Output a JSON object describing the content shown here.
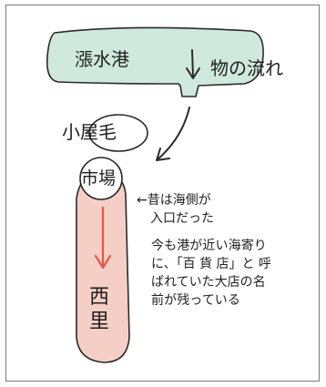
{
  "labels": {
    "harbor": "漲水港",
    "flow": "物の流れ",
    "koyage": "小屋毛",
    "ichiba": "市場",
    "nishi": "西",
    "zato": "里"
  },
  "notes": {
    "former_coast": [
      "←昔は海側が",
      "入口だった"
    ],
    "department_store": [
      "今も港が近い海寄り",
      "に、「百 貨 店」と 呼",
      "ばれていた大店の名",
      "前が残っている"
    ]
  },
  "colors": {
    "harbor_fill": "#cfe9dd",
    "street_fill": "#f5cfc5",
    "street_arrow": "#e0584a",
    "ink": "#2a2a2a"
  }
}
